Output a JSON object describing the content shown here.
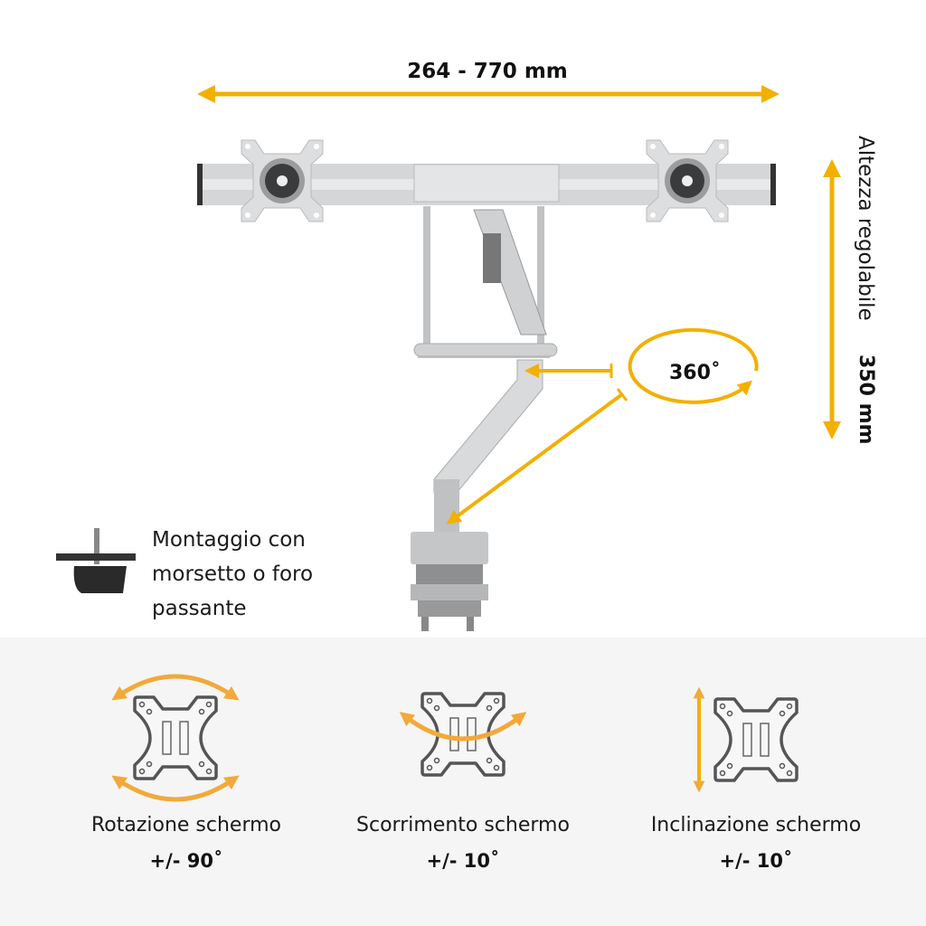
{
  "colors": {
    "accent": "#f2b000",
    "panel": "#f5f5f5",
    "icon": "#555555",
    "metal": "#c9cbcd"
  },
  "width_range": "264 - 770 mm",
  "height": {
    "label": "Altezza regolabile",
    "value": "350 mm"
  },
  "rotation_badge": "360˚",
  "mount": {
    "line1": "Montaggio con",
    "line2": "morsetto o foro",
    "line3": "passante"
  },
  "features": [
    {
      "label": "Rotazione schermo",
      "value": "+/- 90˚",
      "icon": "rotation-icon"
    },
    {
      "label": "Scorrimento schermo",
      "value": "+/- 10˚",
      "icon": "swivel-icon"
    },
    {
      "label": "Inclinazione schermo",
      "value": "+/- 10˚",
      "icon": "tilt-icon"
    }
  ]
}
